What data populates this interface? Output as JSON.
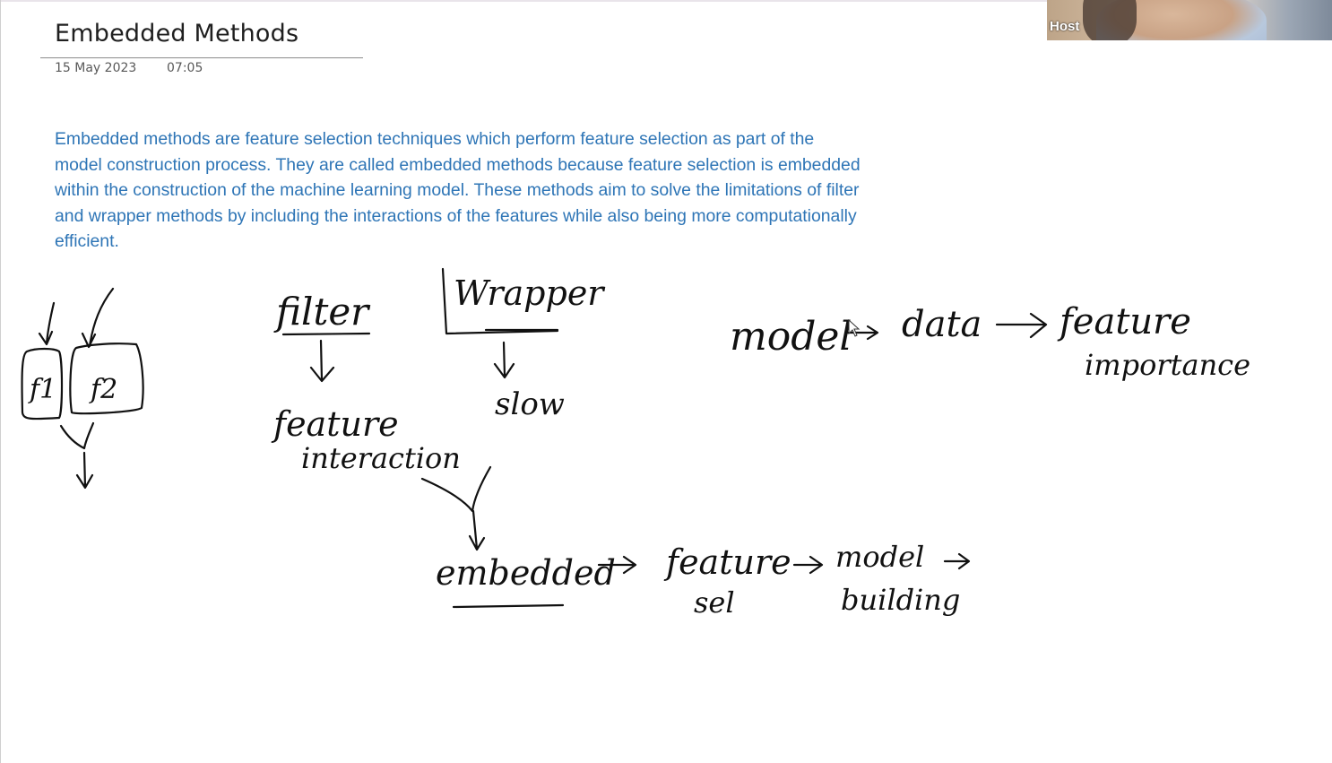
{
  "page": {
    "title": "Embedded Methods",
    "date": "15 May 2023",
    "time": "07:05",
    "body_text": "Embedded methods are feature selection techniques which perform feature selection as part of the model construction process. They are called embedded methods because feature selection is embedded within the construction of the machine learning model. These methods aim to solve the limitations of filter and wrapper methods by including the interactions of the features while also being more computationally efficient."
  },
  "ink": {
    "f1": "f1",
    "f2": "f2",
    "filter": "filter",
    "wrapper": "Wrapper",
    "feature_interaction_1": "feature",
    "feature_interaction_2": "interaction",
    "slow": "slow",
    "model": "model",
    "data": "data",
    "feature_importance_1": "feature",
    "feature_importance_2": "importance",
    "embedded": "embedded",
    "feature_sel_1": "feature",
    "feature_sel_2": "sel",
    "model_building_1": "model",
    "model_building_2": "building"
  },
  "host": {
    "label": "Host"
  },
  "colors": {
    "body_text": "#2e75b6",
    "title": "#1f1f1f",
    "meta": "#595959",
    "ink": "#111111"
  },
  "icons": [
    "cursor-icon"
  ]
}
